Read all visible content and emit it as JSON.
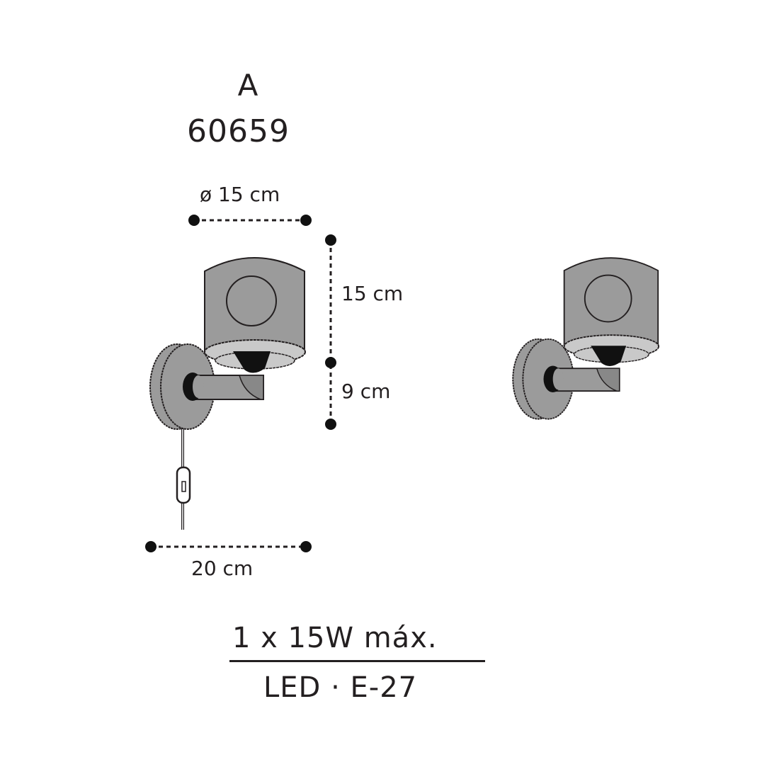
{
  "header": {
    "model_letter": "A",
    "model_code": "60659"
  },
  "dimensions": {
    "shade_diameter": "ø 15 cm",
    "shade_height": "15 cm",
    "arm_height": "9 cm",
    "projection": "20 cm"
  },
  "specs": {
    "power": "1 x 15W máx.",
    "bulb": "LED · E-27"
  },
  "colors": {
    "body": "#9b9b9b",
    "inner": "#c9c9c9",
    "ink": "#231f20"
  }
}
